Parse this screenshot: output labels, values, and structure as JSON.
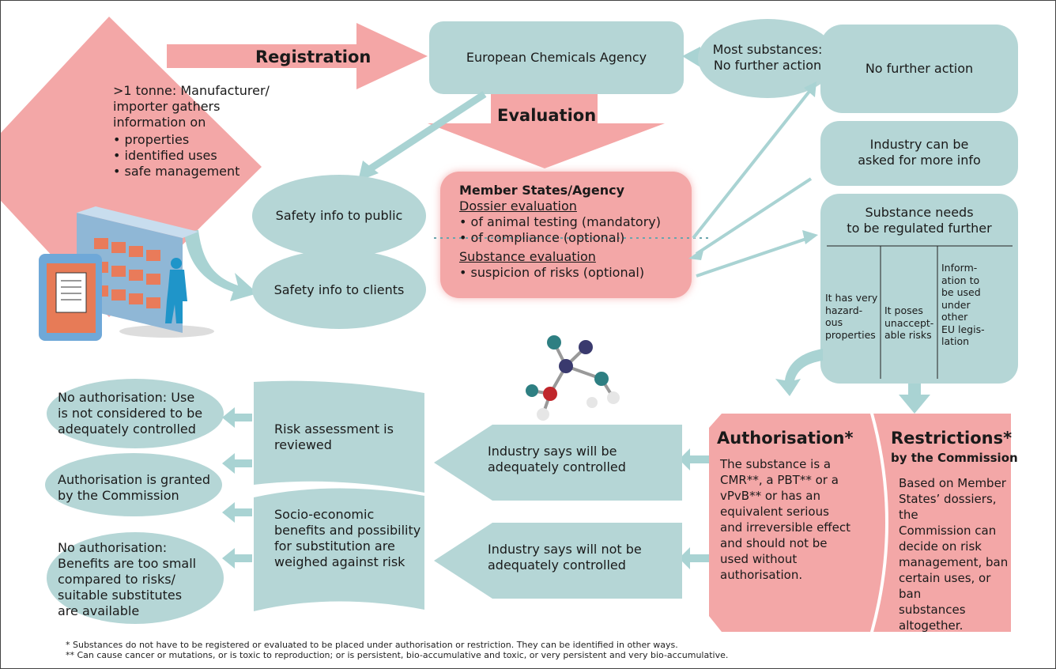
{
  "colors": {
    "pink": "#f3a7a7",
    "teal": "#b5d6d6",
    "arrow_pink": "#f4a6a6",
    "arrow_teal": "#a9d3d3"
  },
  "registration": {
    "heading": "Registration",
    "text": ">1 tonne: Manufacturer/\nimporter gathers\ninformation on",
    "bullets": [
      "• properties",
      "• identified uses",
      "• safe management"
    ]
  },
  "agency": {
    "label": "European Chemicals Agency"
  },
  "evaluation": {
    "heading": "Evaluation"
  },
  "most_substances": {
    "text": "Most substances:\nNo further action"
  },
  "no_further_action": {
    "label": "No further action"
  },
  "industry_asked": {
    "text": "Industry can be\nasked for more info"
  },
  "safety_public": {
    "label": "Safety info to public"
  },
  "safety_clients": {
    "label": "Safety info to clients"
  },
  "member_states": {
    "title": "Member States/Agency",
    "dossier_heading": "Dossier evaluation",
    "dossier_items": [
      "• of animal testing (mandatory)",
      "• of compliance (optional)"
    ],
    "substance_heading": "Substance evaluation",
    "substance_items": [
      "• suspicion of risks (optional)"
    ]
  },
  "regulated": {
    "heading": "Substance needs\nto be regulated further",
    "columns": [
      "It has very\nhazard-\nous\nproperties",
      "It poses\nunaccept-\nable risks",
      "Inform-\nation to\nbe used\nunder\nother\nEU legis-\nlation"
    ]
  },
  "authorisation": {
    "heading": "Authorisation*",
    "text": "The substance is a\nCMR**, a PBT** or a\nvPvB** or has an\nequivalent serious\nand irreversible effect\nand should not be\nused without\nauthorisation."
  },
  "restrictions": {
    "heading": "Restrictions*",
    "subheading": "by the Commission",
    "text": "Based on Member\nStates’ dossiers, the\nCommission can\ndecide on risk\nmanagement, ban\ncertain uses, or ban\nsubstances\naltogether."
  },
  "industry_controlled": {
    "text": "Industry says will be\nadequately controlled"
  },
  "industry_not_controlled": {
    "text": "Industry says will not be\nadequately controlled"
  },
  "risk_review": {
    "text": "Risk assessment is\nreviewed"
  },
  "socio_economic": {
    "text": "Socio-economic\nbenefits and possibility\nfor substitution are\nweighed against risk"
  },
  "outcomes": {
    "no_auth_control": "No authorisation: Use\nis not considered to be\nadequately controlled",
    "granted": "Authorisation is granted\nby the Commission",
    "no_auth_benefits": "No authorisation:\nBenefits are too small\ncompared to risks/\nsuitable substitutes\nare available"
  },
  "footnotes": [
    "* Substances do not have to be registered or evaluated to be placed under authorisation or restriction. They can be identified in other ways.",
    "** Can cause cancer or mutations, or is toxic to reproduction; or is persistent, bio-accumulative and toxic, or very persistent and very bio-accumulative."
  ]
}
